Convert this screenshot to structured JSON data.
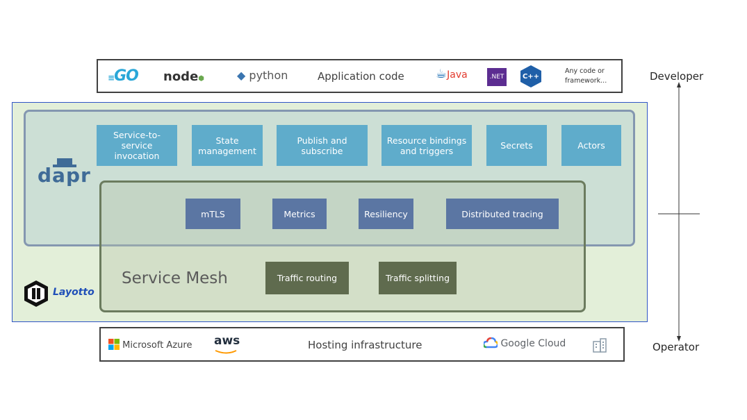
{
  "top_bar": {
    "languages": [
      "GO",
      "node",
      "python",
      "Java",
      ".NET",
      "C++"
    ],
    "label": "Application code",
    "any_code": "Any code or framework..."
  },
  "dapr": {
    "logo_text": "dapr",
    "building_blocks": [
      "Service-to-service invocation",
      "State management",
      "Publish and subscribe",
      "Resource bindings and triggers",
      "Secrets",
      "Actors"
    ],
    "shared_blocks": [
      "mTLS",
      "Metrics",
      "Resiliency",
      "Distributed tracing"
    ]
  },
  "mesh": {
    "label": "Service Mesh",
    "blocks": [
      "Traffic routing",
      "Traffic splitting"
    ]
  },
  "layotto": {
    "logo_text": "Layotto"
  },
  "bottom_bar": {
    "providers": [
      "Microsoft Azure",
      "aws",
      "Google Cloud"
    ],
    "label": "Hosting infrastructure"
  },
  "axis": {
    "top": "Developer",
    "bottom": "Operator"
  },
  "colors": {
    "layotto_bg": "#e3efd9",
    "layotto_border": "#2f55c6",
    "dapr_border": "#8497b0",
    "mesh_border": "#6b7b5e",
    "block_blue": "#5faccb",
    "block_navy": "#5b76a3",
    "block_green": "#5f6b4e"
  }
}
